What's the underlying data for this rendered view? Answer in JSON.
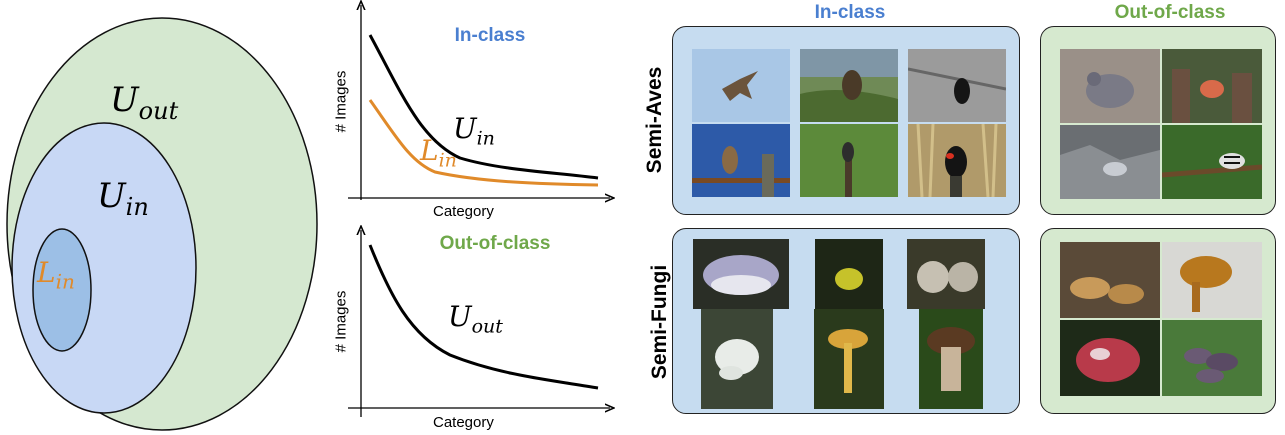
{
  "colors": {
    "in_class": "#4a7fd0",
    "out_class": "#6fa84a",
    "labeled": "#e08a2a",
    "out_fill": "#d5e8d0",
    "in_fill": "#c8d8f5",
    "lab_fill": "#9cbfe6",
    "panel_in": "#c6dcf0",
    "panel_out": "#d6e9cf"
  },
  "venn": {
    "outer_label": {
      "base": "U",
      "sub": "out"
    },
    "inner_label": {
      "base": "U",
      "sub": "in"
    },
    "labeled_label": {
      "base": "L",
      "sub": "in"
    }
  },
  "charts": {
    "top": {
      "title": "In-class",
      "ylabel": "# Images",
      "xlabel": "Category",
      "curve1_label": {
        "base": "U",
        "sub": "in"
      },
      "curve2_label": {
        "base": "L",
        "sub": "in"
      }
    },
    "bottom": {
      "title": "Out-of-class",
      "ylabel": "# Images",
      "xlabel": "Category",
      "curve1_label": {
        "base": "U",
        "sub": "out"
      }
    }
  },
  "grid": {
    "col_headers": {
      "in": "In-class",
      "out": "Out-of-class"
    },
    "row_labels": {
      "aves": "Semi-Aves",
      "fungi": "Semi-Fungi"
    },
    "photos": {
      "aves_in": [
        "hawk-in-flight-photo",
        "hawk-on-branch-photo",
        "blackbird-grayscale-photo",
        "hawk-on-post-photo",
        "bird-on-stump-photo",
        "red-winged-blackbird-photo"
      ],
      "aves_out": [
        "pigeon-photo",
        "bullfinch-photo",
        "seagull-on-rocks-photo",
        "warbler-on-branch-photo"
      ],
      "fungi_in": [
        "purple-bracket-fungus-photo",
        "yellow-mushroom-photo",
        "puffball-pair-photo",
        "white-coral-fungus-photo",
        "yellow-stemmed-mushroom-photo",
        "bolete-mushroom-photo"
      ],
      "fungi_out": [
        "brown-cap-mushrooms-photo",
        "orange-cap-mushroom-photo",
        "red-cap-mushroom-photo",
        "purple-mushroom-cluster-photo"
      ]
    }
  }
}
